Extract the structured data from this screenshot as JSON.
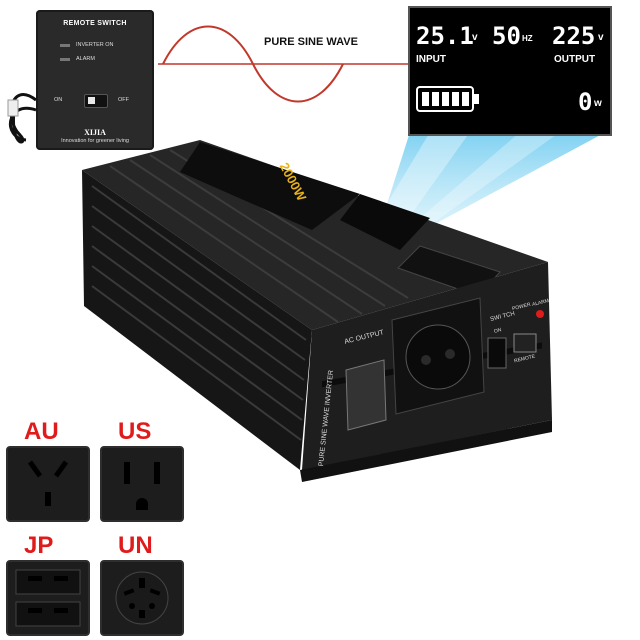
{
  "remote": {
    "title": "REMOTE SWITCH",
    "inverter_on": "INVERTER ON",
    "alarm": "ALARM",
    "on": "ON",
    "off": "OFF",
    "brand": "XIJIA",
    "slogan": "Innovation for greener living"
  },
  "wave_label": "PURE SINE WAVE",
  "lcd": {
    "input_value": "25.1",
    "input_unit": "v",
    "frequency_value": "50",
    "frequency_unit": "HZ",
    "output_value": "225",
    "output_unit": "v",
    "input_label": "INPUT",
    "output_label": "OUTPUT",
    "power_value": "0",
    "power_unit": "w"
  },
  "inverter": {
    "power_rating": "2000W",
    "ac_output": "AC OUTPUT",
    "switch": "SWI TCH",
    "on": "ON",
    "power": "POWER",
    "alarm": "ALARM",
    "remote": "REMOTE",
    "side_text": "PURE SINE WAVE INVERTER"
  },
  "plugs": [
    {
      "label": "AU"
    },
    {
      "label": "US"
    },
    {
      "label": "JP"
    },
    {
      "label": "UN"
    }
  ],
  "colors": {
    "plug_label": "#e01b1b",
    "body": "#1b1b1b",
    "beam": "#7fd3f0"
  }
}
